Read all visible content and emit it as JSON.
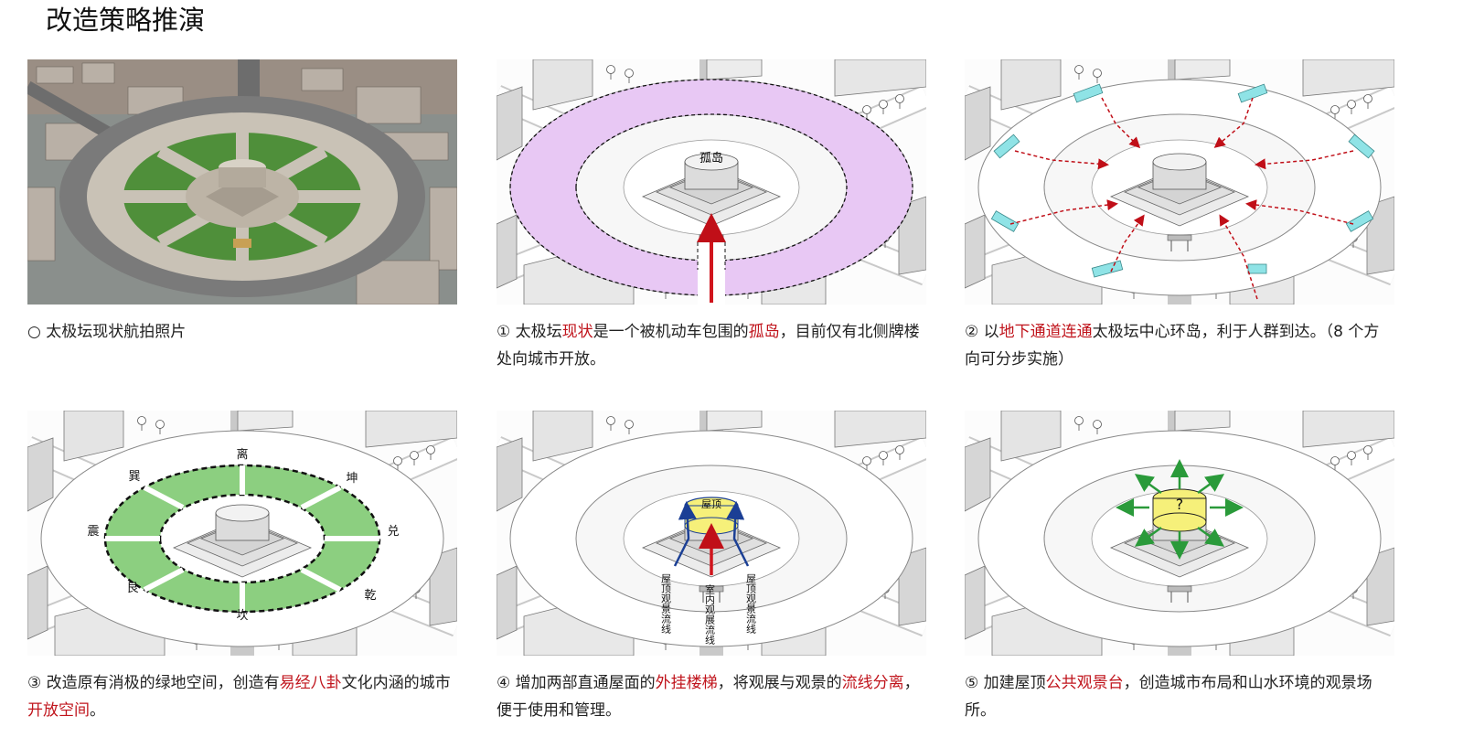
{
  "page": {
    "title": "改造策略推演"
  },
  "panels": [
    {
      "id": "photo",
      "caption": [
        {
          "t": "○ 太极坛现状航拍照片",
          "hl": false
        }
      ]
    },
    {
      "id": "island",
      "label": "孤岛",
      "caption": [
        {
          "t": "① 太极坛",
          "hl": false
        },
        {
          "t": "现状",
          "hl": true
        },
        {
          "t": "是一个被机动车包围的",
          "hl": false
        },
        {
          "t": "孤岛",
          "hl": true
        },
        {
          "t": "，目前仅有北侧牌楼处向城市开放。",
          "hl": false
        }
      ]
    },
    {
      "id": "underpass",
      "caption": [
        {
          "t": "② 以",
          "hl": false
        },
        {
          "t": "地下通道连通",
          "hl": true
        },
        {
          "t": "太极坛中心环岛，利于人群到达。（8 个方向可分步实施）",
          "hl": false
        }
      ]
    },
    {
      "id": "bagua",
      "trigrams": [
        "离",
        "坤",
        "兑",
        "乾",
        "坎",
        "艮",
        "震",
        "巽"
      ],
      "caption": [
        {
          "t": "③ 改造原有消极的绿地空间，创造有",
          "hl": false
        },
        {
          "t": "易经八卦",
          "hl": true
        },
        {
          "t": "文化内涵的城市",
          "hl": false
        },
        {
          "t": "开放空间",
          "hl": true
        },
        {
          "t": "。",
          "hl": false
        }
      ]
    },
    {
      "id": "stairs",
      "roof_label": "屋顶",
      "flow_left": "屋顶观景流线",
      "flow_center": "室内观展流线",
      "flow_right": "屋顶观景流线",
      "caption": [
        {
          "t": "④ 增加两部直通屋面的",
          "hl": false
        },
        {
          "t": "外挂楼梯",
          "hl": true
        },
        {
          "t": "，将观展与观景的",
          "hl": false
        },
        {
          "t": "流线分离",
          "hl": true
        },
        {
          "t": "，便于使用和管理。",
          "hl": false
        }
      ]
    },
    {
      "id": "roofdeck",
      "mark": "?",
      "caption": [
        {
          "t": "⑤ 加建屋顶",
          "hl": false
        },
        {
          "t": "公共观景台",
          "hl": true
        },
        {
          "t": "，创造城市布局和山水环境的观景场所。",
          "hl": false
        }
      ]
    }
  ],
  "colors": {
    "highlight": "#c0141c",
    "ring_purple": "#e8c8f4",
    "green": "#8ccf80",
    "yellow": "#f6f07a",
    "arrow_red": "#d0141c",
    "arrow_blue": "#1b3f95",
    "arrow_green": "#2a9a3a",
    "tunnel_cyan": "#8fe3e6"
  }
}
